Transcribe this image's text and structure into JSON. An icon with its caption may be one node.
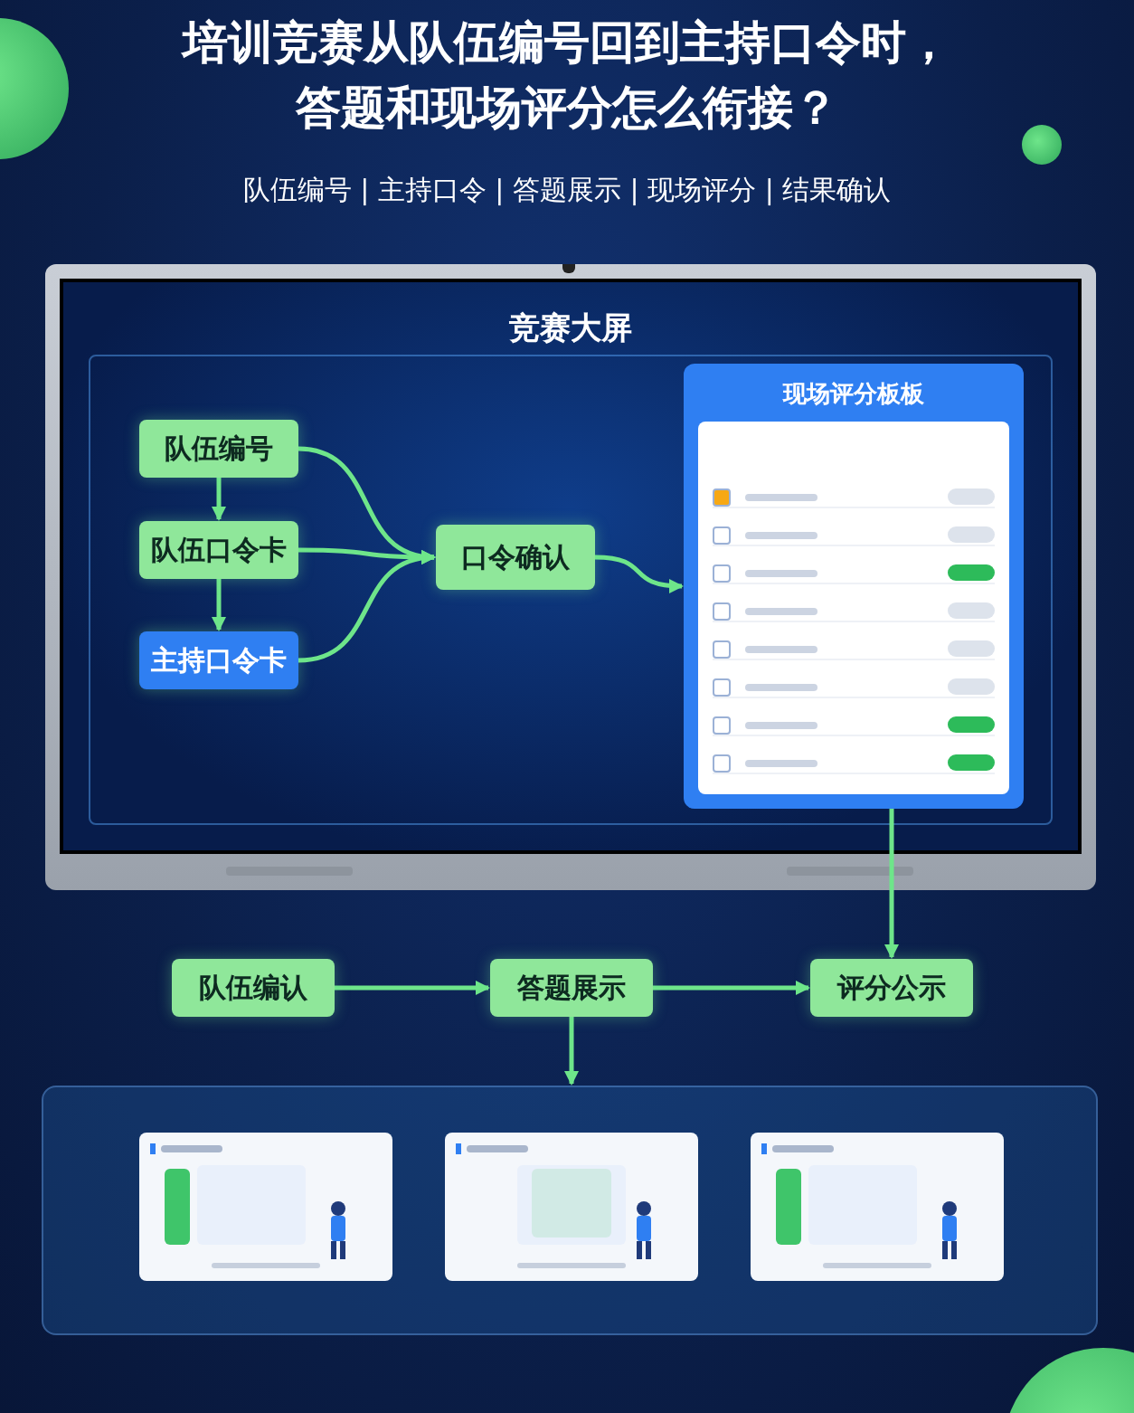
{
  "diagram": {
    "title": "培训竞赛从队伍编号回到主持口令时，答题和现场评分怎么衔接？",
    "nodes": [
      {
        "text": [
          "队伍编号"
        ]
      },
      {
        "text": [
          "队伍口令卡"
        ]
      },
      {
        "text": [
          "主持口令卡"
        ]
      },
      {
        "text": [
          "口令确认"
        ]
      },
      {
        "text": [
          "现场评分板板"
        ]
      },
      {
        "text": [
          "队伍编认"
        ]
      },
      {
        "text": [
          "答题展示"
        ]
      },
      {
        "text": [
          "评分公示"
        ]
      },
      {
        "text": [],
        "shape": "box"
      },
      {
        "text": [],
        "shape": "picture",
        "in": 8
      },
      {
        "text": [],
        "shape": "picture",
        "in": 8
      },
      {
        "text": [],
        "shape": "picture",
        "in": 8
      }
    ],
    "edges": [
      {
        "from": 0,
        "to": 1,
        "arrow": "to"
      },
      {
        "from": 1,
        "to": 2,
        "arrow": "to"
      },
      {
        "from": 0,
        "to": 3,
        "arrow": "to"
      },
      {
        "from": 1,
        "to": 3,
        "arrow": "to"
      },
      {
        "from": 2,
        "to": 3,
        "arrow": "to"
      },
      {
        "from": 3,
        "to": 4,
        "arrow": "to"
      },
      {
        "from": 4,
        "to": 7,
        "arrow": "to"
      },
      {
        "from": 5,
        "to": 6,
        "arrow": "to"
      },
      {
        "from": 6,
        "to": 7,
        "arrow": "to"
      },
      {
        "from": 6,
        "to": 8,
        "arrow": "to"
      }
    ],
    "labels": [
      "队伍编号 | 主持口令 | 答题展示 | 现场评分 | 结果确认",
      "竞赛大屏"
    ]
  }
}
